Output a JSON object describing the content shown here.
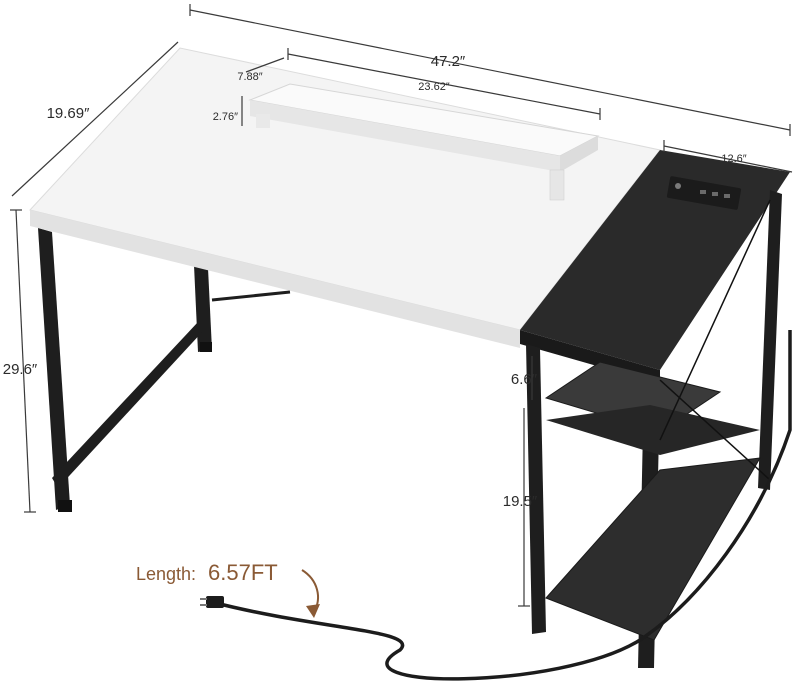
{
  "dimensions": {
    "total_width": "47.2″",
    "desk_depth": "19.69″",
    "desk_height": "29.6″",
    "riser_width": "23.62″",
    "riser_depth": "7.88″",
    "riser_height": "2.76″",
    "cabinet_width": "12.6″",
    "shelf_gap_top": "6.6″",
    "shelf_gap_bottom": "19.5″"
  },
  "cord": {
    "label": "Length:",
    "value": "6.57FT"
  },
  "colors": {
    "desktop_white": "#f4f4f4",
    "frame_black": "#1e1e1e",
    "cabinet_black": "#2a2a2a",
    "accent_brown": "#8a5a35"
  }
}
